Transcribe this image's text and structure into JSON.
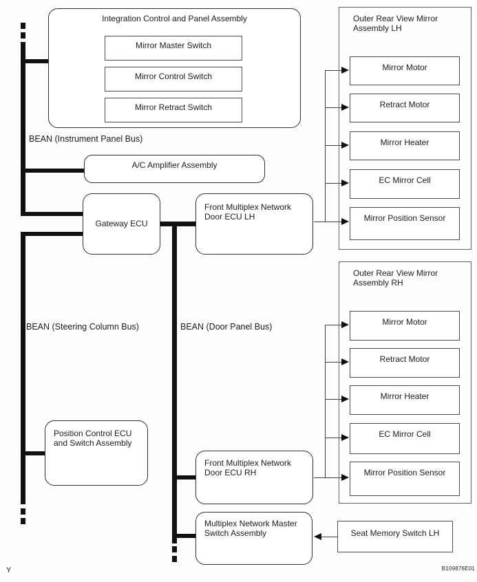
{
  "diagram": {
    "footer_mark": "Y",
    "figure_code": "B109876E01"
  },
  "bus_labels": {
    "instrument_panel": "BEAN (Instrument Panel Bus)",
    "steering_column": "BEAN (Steering Column Bus)",
    "door_panel": "BEAN (Door Panel Bus)"
  },
  "integration_assembly": {
    "title": "Integration Control and Panel Assembly",
    "switches": [
      "Mirror Master Switch",
      "Mirror Control Switch",
      "Mirror Retract Switch"
    ]
  },
  "ac_amplifier": {
    "label": "A/C Amplifier Assembly"
  },
  "gateway_ecu": {
    "label": "Gateway ECU"
  },
  "front_multiplex_door_ecu_lh": {
    "label": "Front Multiplex Network Door ECU LH"
  },
  "front_multiplex_door_ecu_rh": {
    "label": "Front Multiplex Network Door ECU RH"
  },
  "outer_mirror_lh": {
    "title": "Outer Rear View Mirror Assembly LH",
    "components": [
      "Mirror Motor",
      "Retract Motor",
      "Mirror Heater",
      "EC Mirror Cell",
      "Mirror Position Sensor"
    ]
  },
  "outer_mirror_rh": {
    "title": "Outer Rear View Mirror Assembly RH",
    "components": [
      "Mirror Motor",
      "Retract Motor",
      "Mirror Heater",
      "EC Mirror Cell",
      "Mirror Position Sensor"
    ]
  },
  "position_control_ecu": {
    "label": "Position Control ECU and Switch Assembly"
  },
  "multiplex_master_switch": {
    "label": "Multiplex Network Master Switch Assembly"
  },
  "seat_memory_switch": {
    "label": "Seat Memory Switch LH"
  },
  "colors": {
    "bus_line": "#111111",
    "thin_line": "#3c3c3c",
    "round_border": "#2f2f2f",
    "rect_border": "#4a4a4a",
    "text": "#1b1b1b",
    "background": "#fdfdfd"
  }
}
